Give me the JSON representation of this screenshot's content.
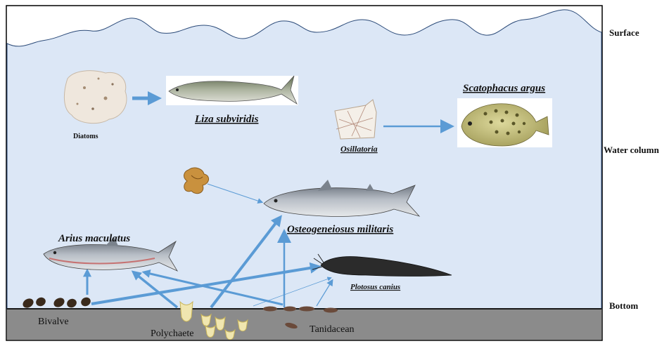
{
  "zones": {
    "surface": "Surface",
    "water_column": "Water column",
    "bottom": "Bottom"
  },
  "species": {
    "liza": "Liza subviridis",
    "scatophagus": "Scatophacus argus",
    "osteogeneiosus": "Osteogeneiosus militaris",
    "arius": "Arius maculatus",
    "plotosus": "Plotosus canius"
  },
  "prey": {
    "diatoms": "Diatoms",
    "osillatoria": "Osillatoria",
    "bivalve": "Bivalve",
    "polychaete": "Polychaete",
    "tanidacean": "Tanidacean"
  },
  "colors": {
    "water": "#dce7f6",
    "sediment": "#8b8b8b",
    "arrow": "#5b9bd5",
    "border": "#000000"
  }
}
